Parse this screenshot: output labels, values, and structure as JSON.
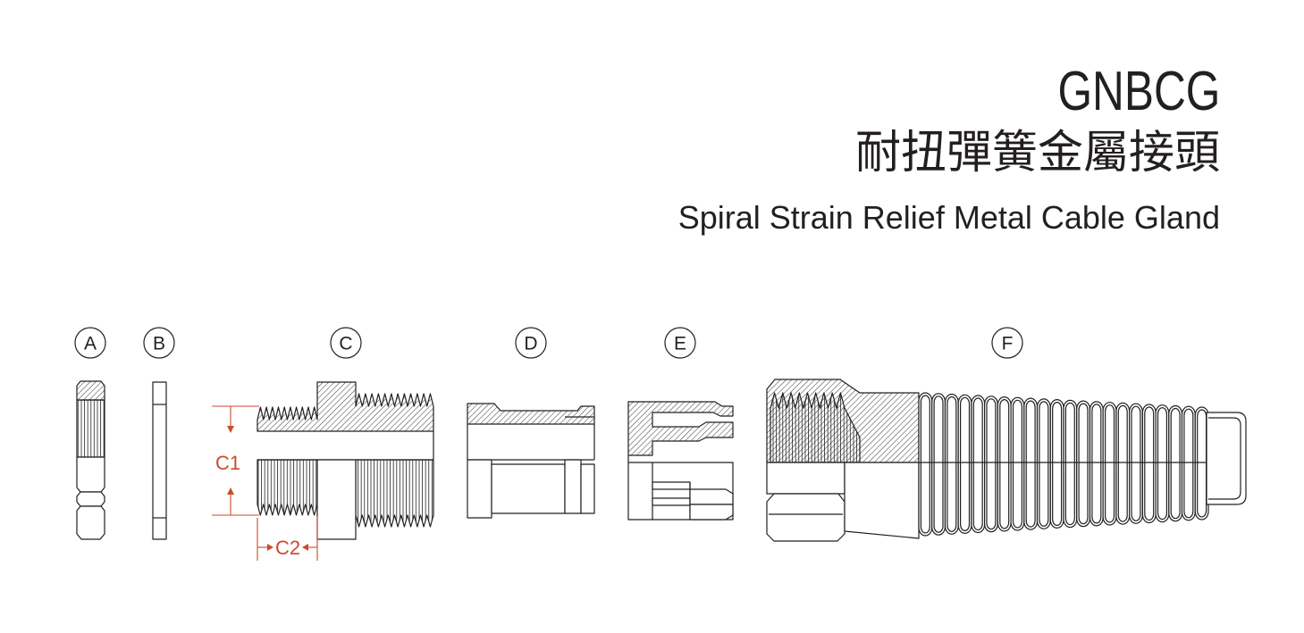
{
  "header": {
    "code": "GNBCG",
    "title_zh": "耐扭彈簧金屬接頭",
    "title_en": "Spiral Strain Relief Metal Cable Gland"
  },
  "parts": [
    {
      "label": "A"
    },
    {
      "label": "B"
    },
    {
      "label": "C"
    },
    {
      "label": "D"
    },
    {
      "label": "E"
    },
    {
      "label": "F"
    }
  ],
  "dimensions": {
    "c1_label": "C1",
    "c2_label": "C2"
  },
  "colors": {
    "line": "#231f20",
    "dimension": "#cc4b2c",
    "background": "#ffffff"
  }
}
